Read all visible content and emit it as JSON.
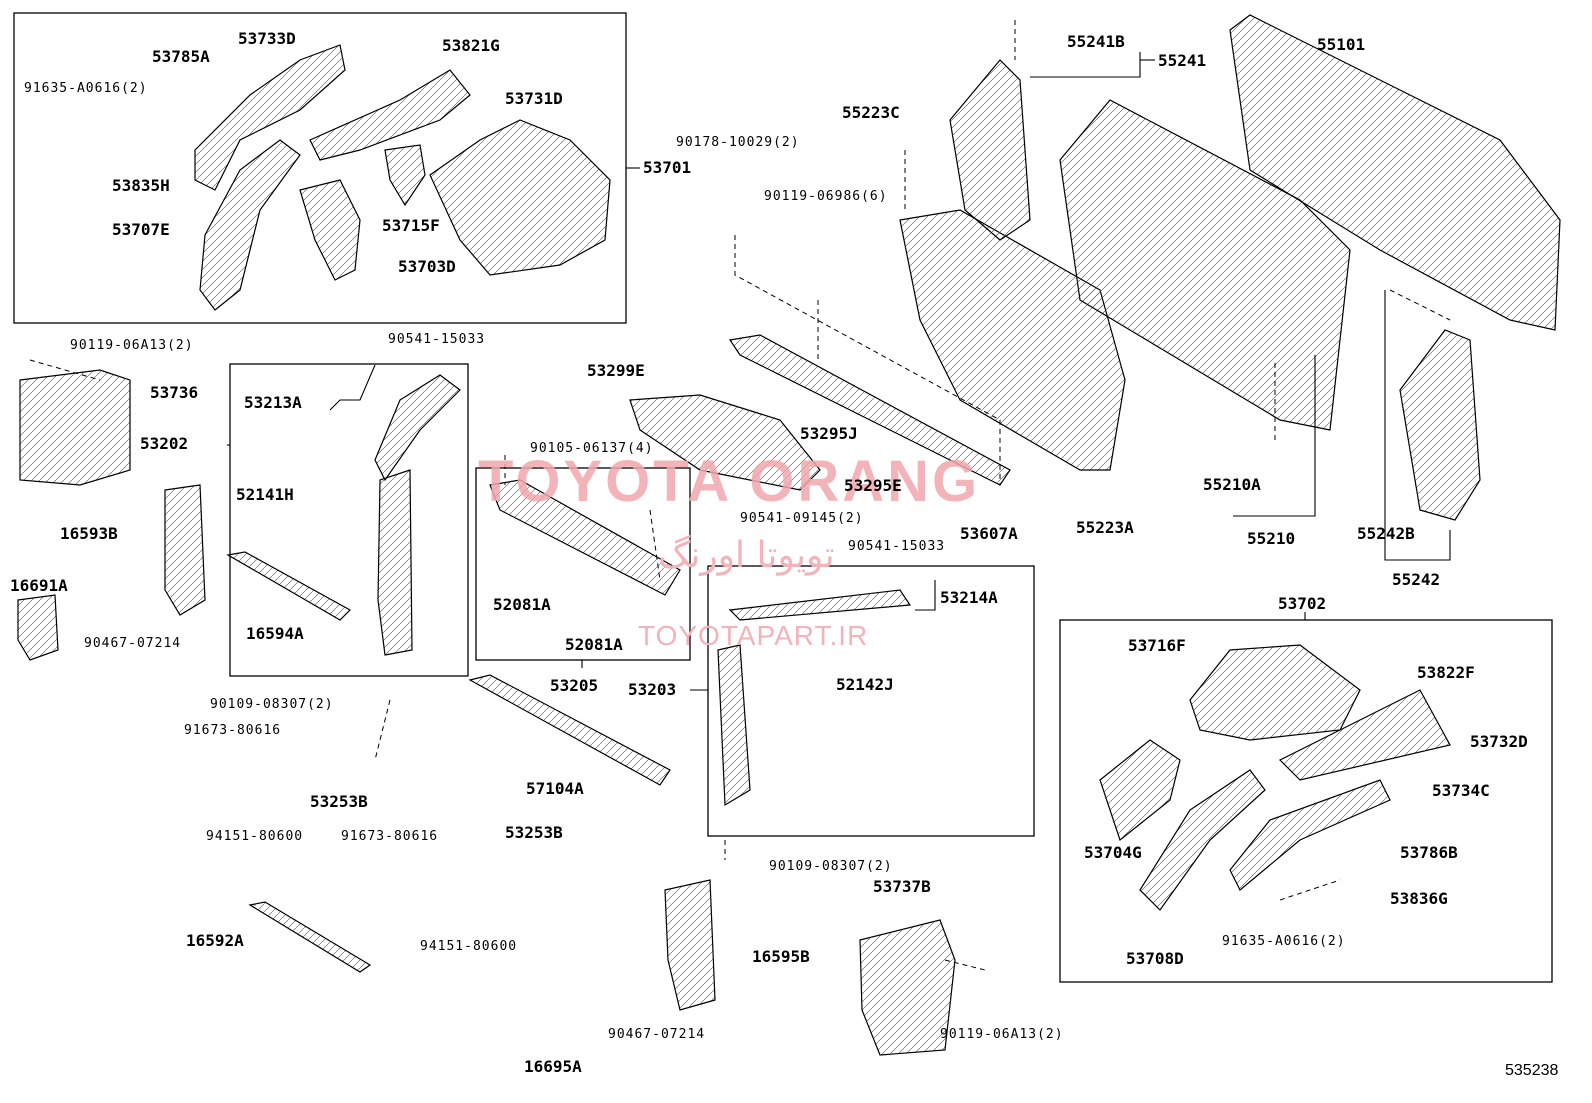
{
  "watermark": {
    "brand": "TOYOTA ORANG",
    "persian": "تویوتا اورنگ",
    "url": "TOYOTAPART.IR"
  },
  "figure_number": "535238",
  "labels": {
    "p91635_a0616_top": "91635-A0616(2)",
    "p53785a": "53785A",
    "p53733d": "53733D",
    "p53821g": "53821G",
    "p53731d": "53731D",
    "p53835h": "53835H",
    "p53707e": "53707E",
    "p53715f": "53715F",
    "p53703d": "53703D",
    "p53701": "53701",
    "p90178": "90178-10029(2)",
    "p55223c": "55223C",
    "p90119_06986": "90119-06986(6)",
    "p55241b": "55241B",
    "p55241": "55241",
    "p55101": "55101",
    "p90119_06a13_left": "90119-06A13(2)",
    "p53736": "53736",
    "p53202": "53202",
    "p90541_top": "90541-15033",
    "p53213a": "53213A",
    "p52141h": "52141H",
    "p53299e": "53299E",
    "p53295j": "53295J",
    "p90105": "90105-06137(4)",
    "p53295e": "53295E",
    "p53607a": "53607A",
    "p55223a": "55223A",
    "p55210a": "55210A",
    "p55210": "55210",
    "p55242b": "55242B",
    "p55242": "55242",
    "p16593b": "16593B",
    "p16691a": "16691A",
    "p90467_left": "90467-07214",
    "p16594a": "16594A",
    "p90541_09145": "90541-09145(2)",
    "p90541_mid": "90541-15033",
    "p52081a_1": "52081A",
    "p52081a_2": "52081A",
    "p53214a": "53214A",
    "p53702": "53702",
    "p53716f": "53716F",
    "p53822f": "53822F",
    "p53732d": "53732D",
    "p53734c": "53734C",
    "p53704g": "53704G",
    "p53786b": "53786B",
    "p53836g": "53836G",
    "p91635_a0616_bottom": "91635-A0616(2)",
    "p53708d": "53708D",
    "p53205": "53205",
    "p53203": "53203",
    "p52142j": "52142J",
    "p90109_left": "90109-08307(2)",
    "p91673_top": "91673-80616",
    "p53253b_a": "53253B",
    "p57104a": "57104A",
    "p94151_left": "94151-80600",
    "p91673_bottom": "91673-80616",
    "p53253b_b": "53253B",
    "p90109_right": "90109-08307(2)",
    "p53737b": "53737B",
    "p16592a": "16592A",
    "p94151_bottom": "94151-80600",
    "p16595b": "16595B",
    "p90467_bottom": "90467-07214",
    "p90119_06a13_bottom": "90119-06A13(2)",
    "p16695a": "16695A"
  }
}
